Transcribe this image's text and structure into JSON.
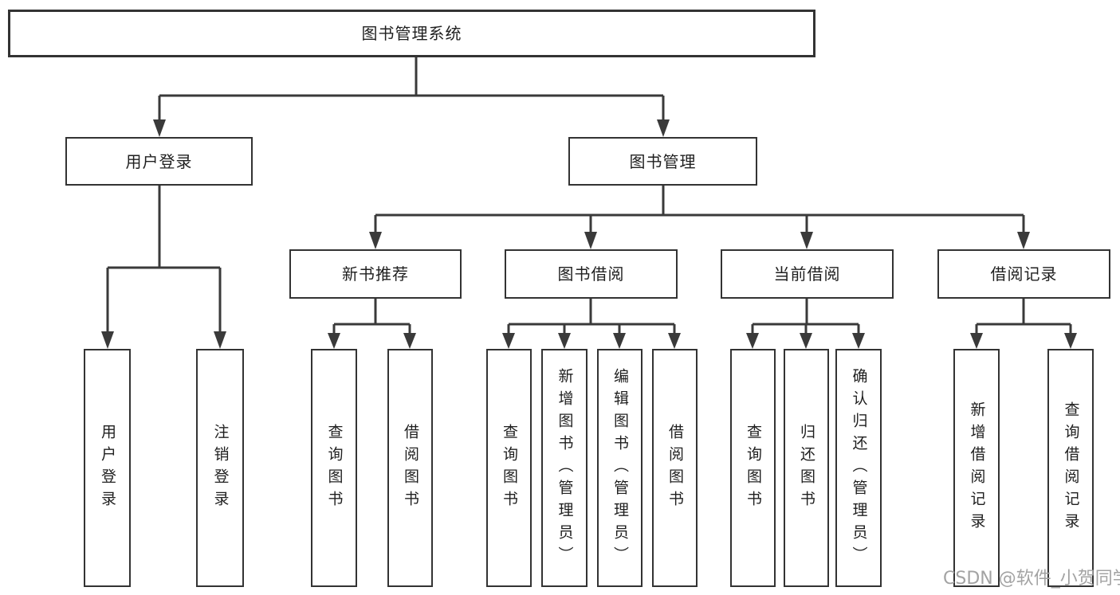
{
  "diagram": {
    "root": {
      "label": "图书管理系统"
    },
    "user_login": {
      "label": "用户登录",
      "children": [
        {
          "label": "用户登录"
        },
        {
          "label": "注销登录"
        }
      ]
    },
    "book_management": {
      "label": "图书管理",
      "sections": [
        {
          "label": "新书推荐",
          "children": [
            {
              "label": "查询图书"
            },
            {
              "label": "借阅图书"
            }
          ]
        },
        {
          "label": "图书借阅",
          "children": [
            {
              "label": "查询图书"
            },
            {
              "label": "新增图书（管理员）"
            },
            {
              "label": "编辑图书（管理员）"
            },
            {
              "label": "借阅图书"
            }
          ]
        },
        {
          "label": "当前借阅",
          "children": [
            {
              "label": "查询图书"
            },
            {
              "label": "归还图书"
            },
            {
              "label": "确认归还（管理员）"
            }
          ]
        },
        {
          "label": "借阅记录",
          "children": [
            {
              "label": "新增借阅记录"
            },
            {
              "label": "查询借阅记录"
            }
          ]
        }
      ]
    }
  },
  "watermark": {
    "text": "CSDN @软件_小贺同学"
  },
  "colors": {
    "line": "#3a3a3a",
    "border": "#333333",
    "text": "#1f1f1f",
    "background": "#ffffff",
    "watermark": "#a3a3a3"
  }
}
